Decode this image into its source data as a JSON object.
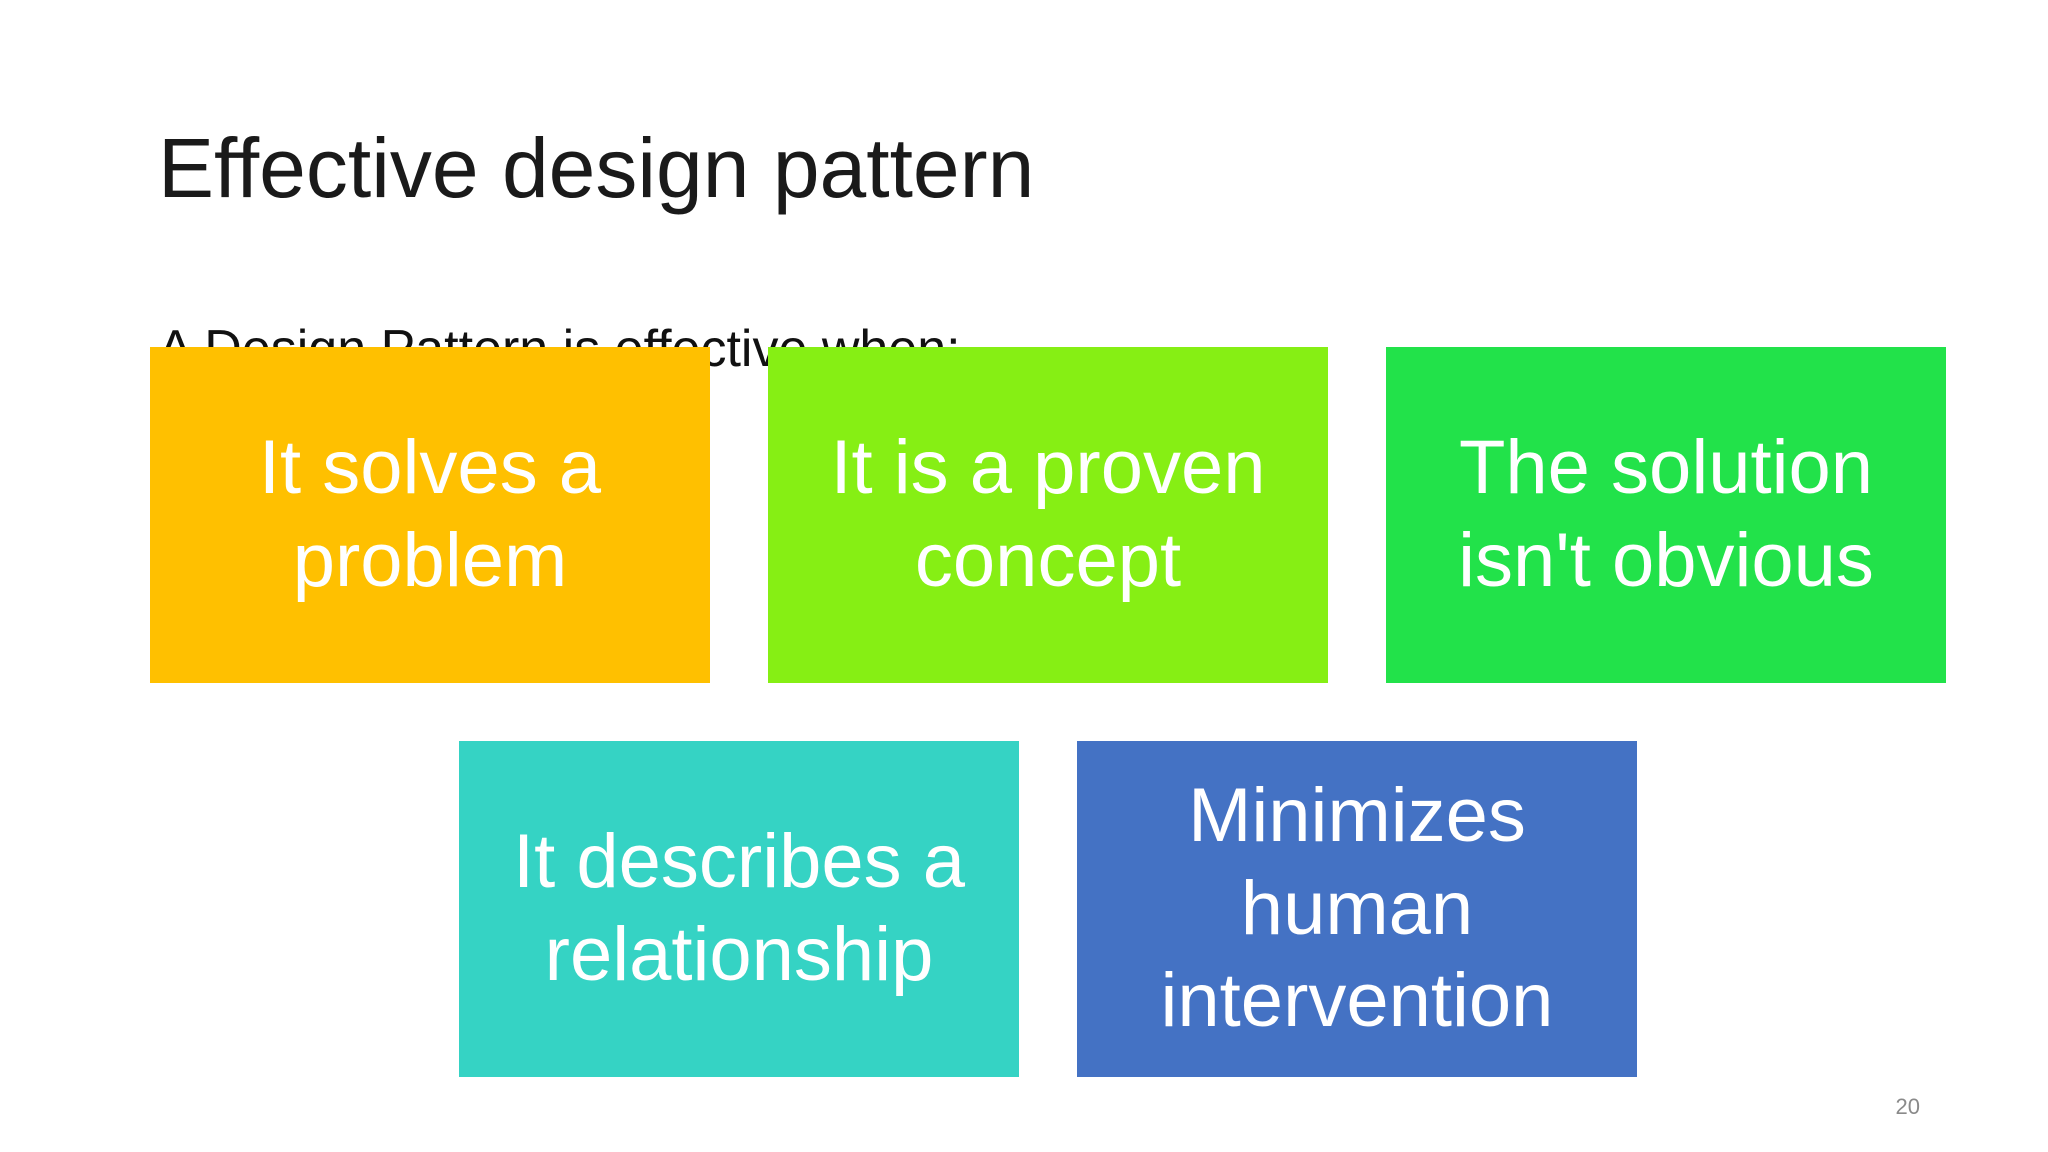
{
  "slide": {
    "title": "Effective design pattern",
    "subtitle": "A Design Pattern is effective when:",
    "page_number": "20"
  },
  "boxes": [
    {
      "text": "It solves a problem",
      "color": "#FFC000"
    },
    {
      "text": "It is a proven concept",
      "color": "#86EF14"
    },
    {
      "text": "The solution isn't obvious",
      "color": "#22E24A"
    },
    {
      "text": "It describes a relationship",
      "color": "#35D3C4"
    },
    {
      "text": "Minimizes human intervention",
      "color": "#4472C4"
    }
  ]
}
